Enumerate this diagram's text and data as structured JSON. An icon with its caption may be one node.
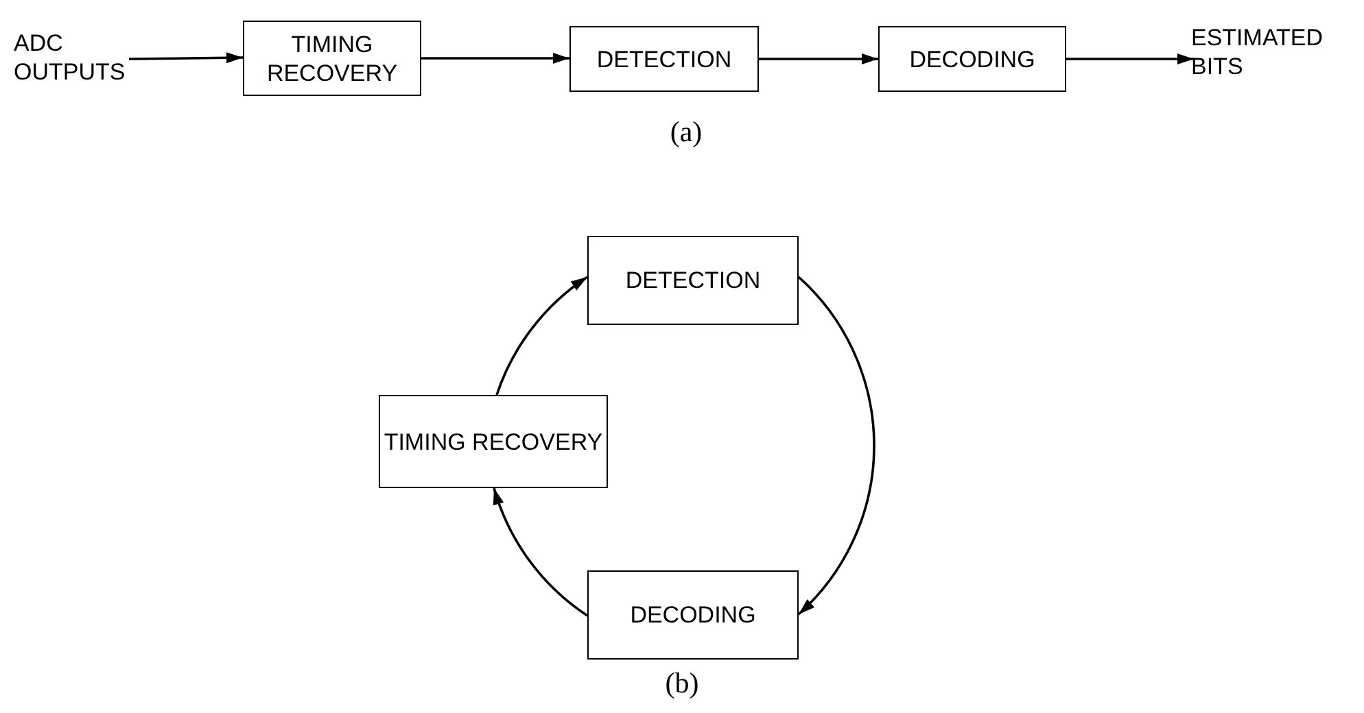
{
  "diagram": {
    "nodes": [
      {
        "text": [
          "ADC OUTPUTS"
        ]
      },
      {
        "text": [
          "TIMING RECOVERY"
        ]
      },
      {
        "text": [
          "DETECTION"
        ]
      },
      {
        "text": [
          "DECODING"
        ]
      },
      {
        "text": [
          "ESTIMATED BITS"
        ]
      },
      {
        "text": [
          "DETECTION"
        ]
      },
      {
        "text": [
          "TIMING RECOVERY"
        ]
      },
      {
        "text": [
          "DECODING"
        ]
      }
    ],
    "edges": [
      {
        "from": 0,
        "to": 1,
        "arrow": "to"
      },
      {
        "from": 1,
        "to": 2,
        "arrow": "to"
      },
      {
        "from": 2,
        "to": 3,
        "arrow": "to"
      },
      {
        "from": 3,
        "to": 4,
        "arrow": "to"
      },
      {
        "from": 6,
        "to": 5,
        "arrow": "to"
      },
      {
        "from": 5,
        "to": 7,
        "arrow": "to"
      },
      {
        "from": 7,
        "to": 6,
        "arrow": "to"
      }
    ],
    "labels": [
      "(a)",
      "(b)"
    ]
  }
}
